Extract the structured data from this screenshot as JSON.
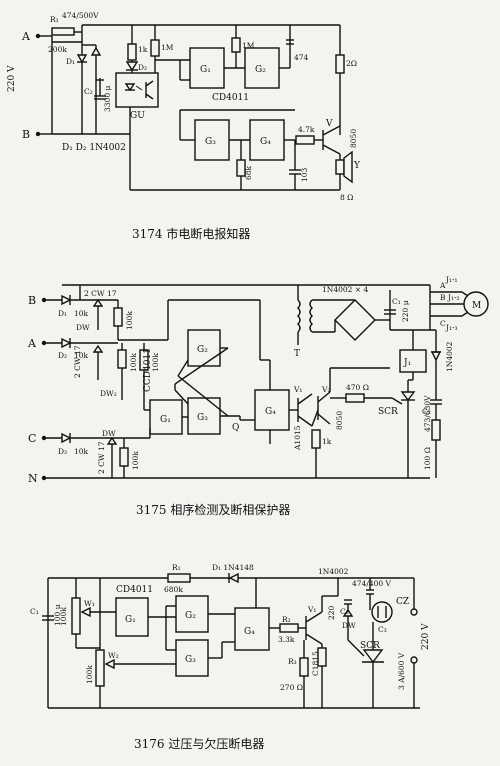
{
  "d1": {
    "caption": "3174  市电断电报知器",
    "terminals": {
      "a": "A",
      "b": "B"
    },
    "voltage": "220 V",
    "labels": {
      "r1": "R₁",
      "r1_rating": "474/500V",
      "r1_value": "200k",
      "d1": "D₁",
      "d2": "D₂",
      "c2": "C₂",
      "c2_value": "3300 μ",
      "gu": "GU",
      "r_1k": "1k",
      "r_1m_a": "1M",
      "r_1m_b": "1M",
      "c_474": "474",
      "r_2ohm": "2Ω",
      "chip": "CD4011",
      "g1": "G₁",
      "g2": "G₂",
      "g3": "G₃",
      "g4": "G₄",
      "r_47k": "4.7k",
      "r_68k": "68k",
      "c_103": "103",
      "v": "V",
      "t_8050": "8050",
      "y": "Y",
      "k_ohm": "8 Ω",
      "diode_part": "D₁ D₂ 1N4002"
    }
  },
  "d2": {
    "caption": "3175  相序检测及断相保护器",
    "terminals": {
      "b": "B",
      "a": "A",
      "c": "C",
      "n": "N"
    },
    "motor": {
      "label": "M",
      "a": "A",
      "b": "B",
      "c": "C",
      "j1": "J₁-₁",
      "j2": "J₁-₂",
      "j3": "J₁-₃"
    },
    "labels": {
      "cw17_1": "2 CW 17",
      "cw17_2": "2 CW 17",
      "cw17_3": "2 CW 17",
      "d1": "D₁",
      "d2": "D₂",
      "d3": "D₃",
      "dw1": "DW",
      "dw2": "DW₂",
      "dw3": "DW",
      "r10k_1": "10k",
      "r10k_2": "10k",
      "r10k_3": "10k",
      "r100k_1": "100k",
      "r100k_2": "100k",
      "r100k_3": "100k",
      "r100k_4": "100k",
      "chip": "CCD4011",
      "g1": "G₁",
      "g2": "G₂",
      "g3": "G₃",
      "g4": "G₄",
      "q": "Q",
      "v1": "V₁",
      "v2": "V₂",
      "a1015": "A1015",
      "t_8050": "8050",
      "r_1k": "1k",
      "r_470": "470 Ω",
      "scr": "SCR",
      "j1": "J₁",
      "bridge": "1N4002 × 4",
      "t": "T",
      "c1": "C₁",
      "c1_value": "220 μ",
      "c2": "C₂",
      "c2_value": "473/630V",
      "r_100ohm": "100 Ω",
      "d_1n4002": "1N4002"
    }
  },
  "d3": {
    "caption": "3176  过压与欠压断电器",
    "labels": {
      "c1": "C₁",
      "c1_value": "100 μ",
      "r_100k_a": "100k",
      "w1": "W₁",
      "w2": "W₂",
      "r_100k_b": "100k",
      "chip": "CD4011",
      "g1": "G₁",
      "g2": "G₂",
      "g3": "G₃",
      "g4": "G₄",
      "r1": "R₁",
      "r1_value": "680k",
      "d1": "D₁ 1N4148",
      "d_1n4002": "1N4002",
      "r2": "R₂",
      "r2_value": "3.3k",
      "v1": "V₁",
      "c1815": "C1815",
      "r3": "R₃",
      "r3_value": "270 Ω",
      "r_220": "220",
      "c2": "C₂",
      "dw": "DW",
      "c3_value": "474/400 V",
      "c3": "C₃",
      "cz": "CZ",
      "scr": "SCR",
      "scr_rating": "3 A/600 V",
      "voltage": "220 V"
    }
  }
}
